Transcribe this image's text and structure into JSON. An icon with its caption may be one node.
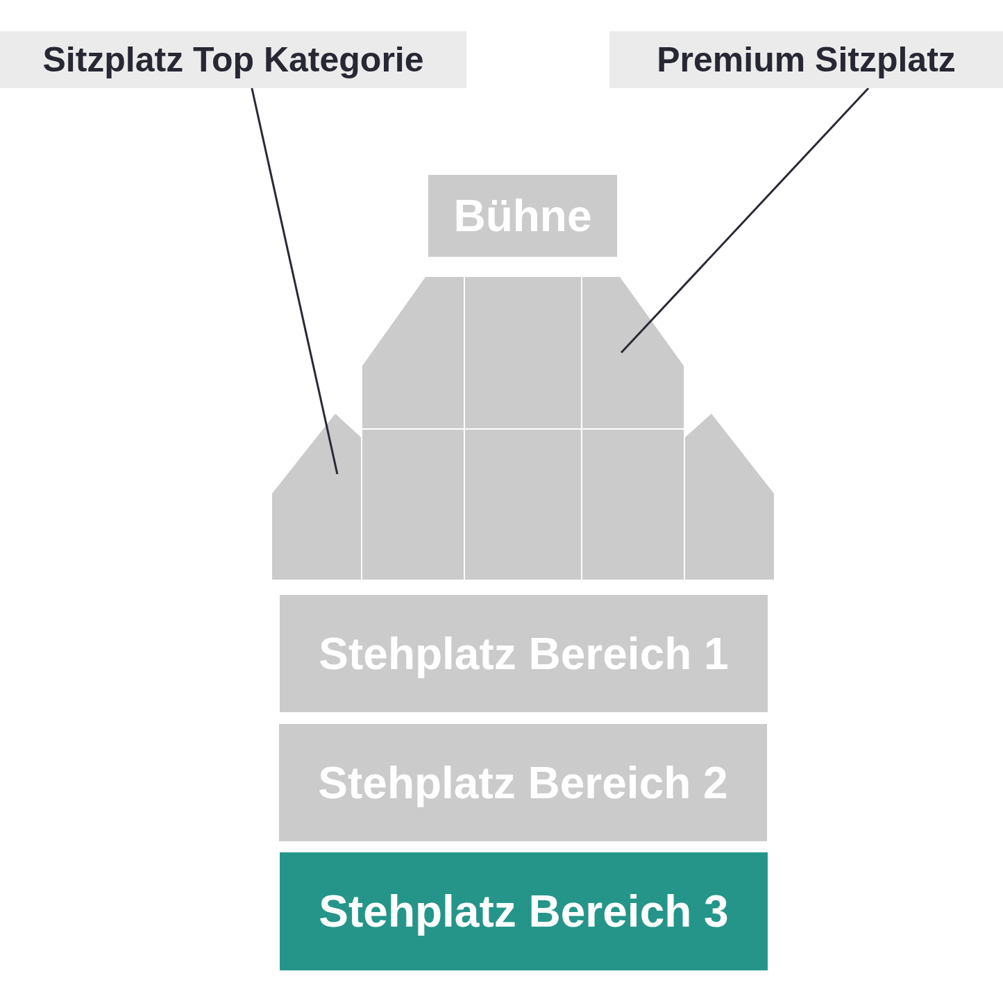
{
  "diagram": {
    "nodes": [
      {
        "text": [
          "Sitzplatz Top Kategorie"
        ]
      },
      {
        "text": [
          "Premium Sitzplatz"
        ]
      },
      {
        "text": [
          "Bühne"
        ]
      },
      {
        "text": [],
        "shape": "polygon"
      },
      {
        "text": [],
        "shape": "box"
      },
      {
        "text": [],
        "shape": "polygon"
      },
      {
        "text": [],
        "shape": "polygon"
      },
      {
        "text": [],
        "shape": "box"
      },
      {
        "text": [],
        "shape": "box"
      },
      {
        "text": [],
        "shape": "box"
      },
      {
        "text": [],
        "shape": "polygon"
      },
      {
        "text": [
          "Stehplatz Bereich 1"
        ]
      },
      {
        "text": [
          "Stehplatz Bereich 2"
        ]
      },
      {
        "text": [
          "Stehplatz Bereich 3"
        ]
      }
    ],
    "edges": [
      {
        "from": 0,
        "to": 6,
        "arrow": "none"
      },
      {
        "from": 1,
        "to": 5,
        "arrow": "none"
      }
    ]
  }
}
